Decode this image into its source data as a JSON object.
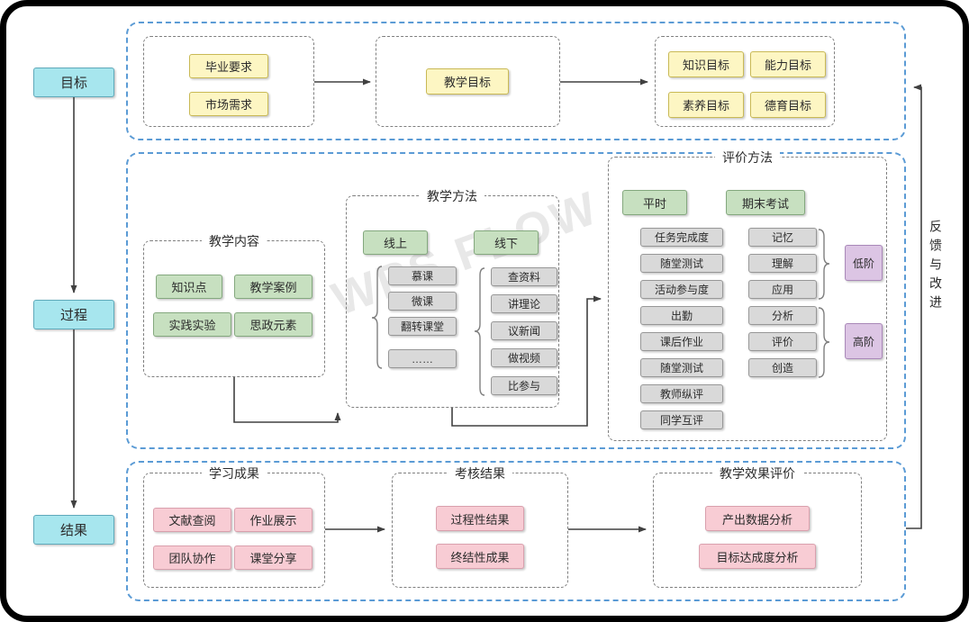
{
  "colors": {
    "cyan": "#a7e6ee",
    "yellow": "#fdf6c3",
    "green": "#c7e0c0",
    "gray": "#d9d9d9",
    "pink": "#f8ccd4",
    "purple": "#dcc5e4",
    "dashed_blue": "#5b9bd5",
    "arrow": "#404040"
  },
  "watermark": "WPS FLOW",
  "left_labels": {
    "goal": "目标",
    "process": "过程",
    "result": "结果"
  },
  "feedback_label": "反馈与改进",
  "goal_row": {
    "requirements": [
      "毕业要求",
      "市场需求"
    ],
    "teaching_goal": "教学目标",
    "objectives": [
      "知识目标",
      "能力目标",
      "素养目标",
      "德育目标"
    ]
  },
  "process_row": {
    "content": {
      "title": "教学内容",
      "items": [
        "知识点",
        "教学案例",
        "实践实验",
        "思政元素"
      ]
    },
    "methods": {
      "title": "教学方法",
      "online_label": "线上",
      "offline_label": "线下",
      "online_items": [
        "慕课",
        "微课",
        "翻转课堂",
        "……"
      ],
      "offline_items": [
        "查资料",
        "讲理论",
        "议新闻",
        "做视频",
        "比参与"
      ]
    },
    "evaluation": {
      "title": "评价方法",
      "usual_label": "平时",
      "final_label": "期末考试",
      "usual_items": [
        "任务完成度",
        "随堂测试",
        "活动参与度",
        "出勤",
        "课后作业",
        "随堂测试",
        "教师纵评",
        "同学互评"
      ],
      "bloom_items": [
        "记忆",
        "理解",
        "应用",
        "分析",
        "评价",
        "创造"
      ],
      "low_label": "低阶",
      "high_label": "高阶"
    }
  },
  "result_row": {
    "outcomes": {
      "title": "学习成果",
      "items": [
        "文献查阅",
        "作业展示",
        "团队协作",
        "课堂分享"
      ]
    },
    "assessment": {
      "title": "考核结果",
      "items": [
        "过程性结果",
        "终结性成果"
      ]
    },
    "effect": {
      "title": "教学效果评价",
      "items": [
        "产出数据分析",
        "目标达成度分析"
      ]
    }
  }
}
